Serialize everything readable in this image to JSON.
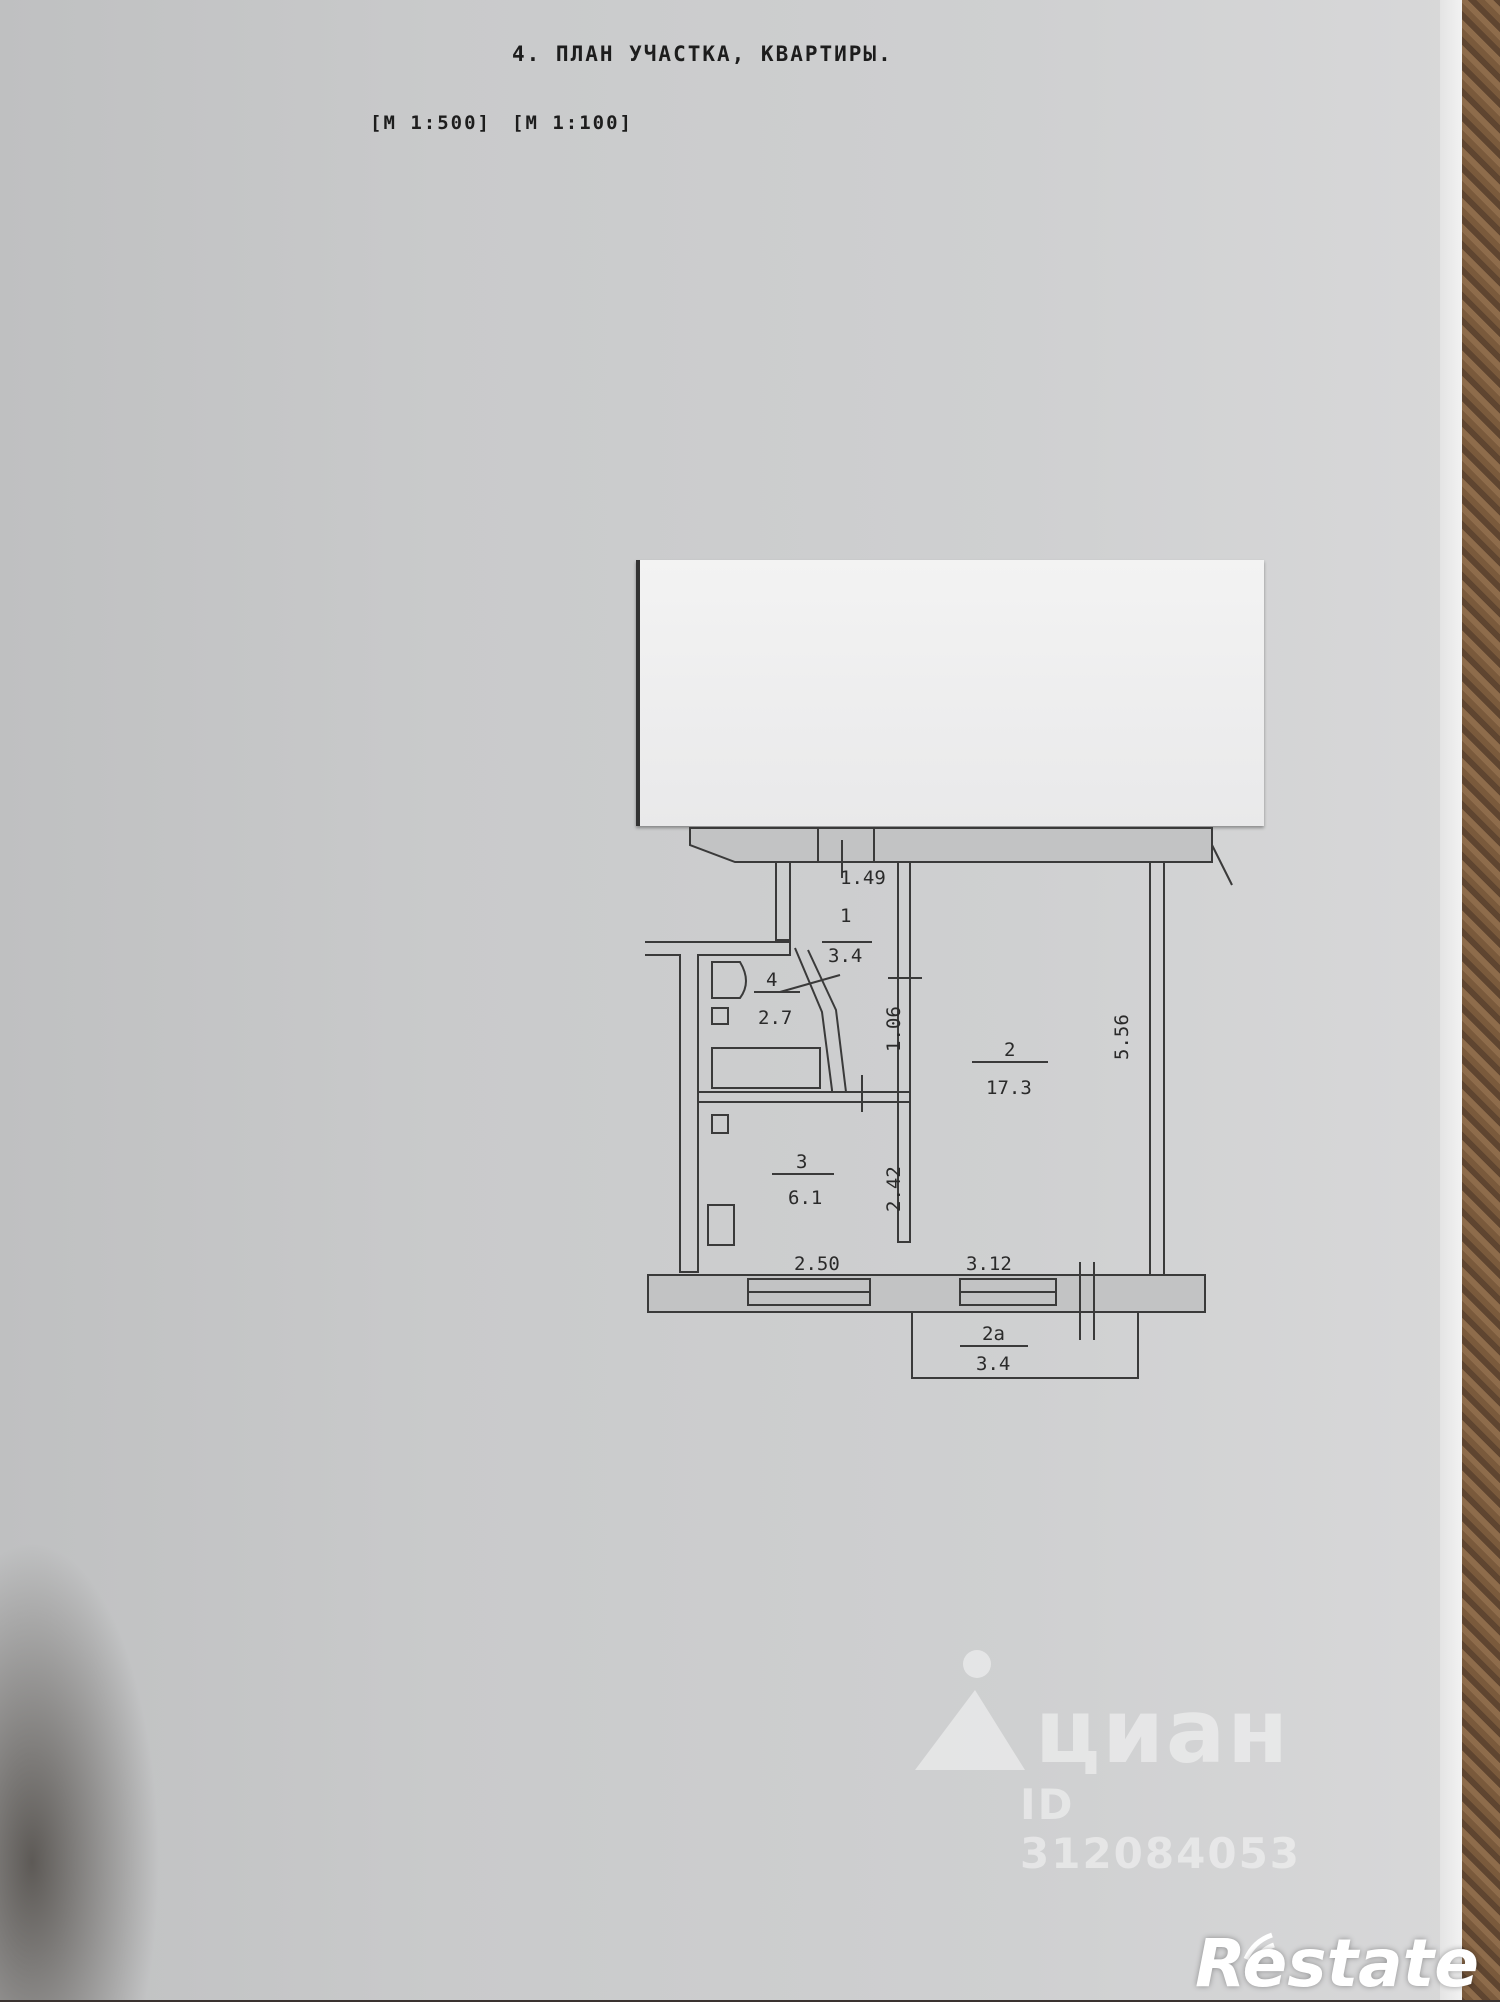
{
  "document": {
    "title": "4. ПЛАН УЧАСТКА, КВАРТИРЫ.",
    "scale_site": "[М 1:500]",
    "scale_apartment": "[М 1:100]"
  },
  "plan": {
    "dim_top": "1.49",
    "room1_number": "1",
    "room1_area": "3.4",
    "room4_number": "4",
    "room4_area": "2.7",
    "dim_corridor": "1.06",
    "room2_number": "2",
    "room2_area": "17.3",
    "dim_right": "5.56",
    "room3_number": "3",
    "room3_area": "6.1",
    "dim_kitchen_height": "2.42",
    "dim_kitchen_width": "2.50",
    "dim_room2_width": "3.12",
    "balcony_number": "2a",
    "balcony_area": "3.4"
  },
  "watermark": {
    "brand": "циан",
    "id": "ID 312084053"
  },
  "logo": {
    "text": "Restate"
  }
}
